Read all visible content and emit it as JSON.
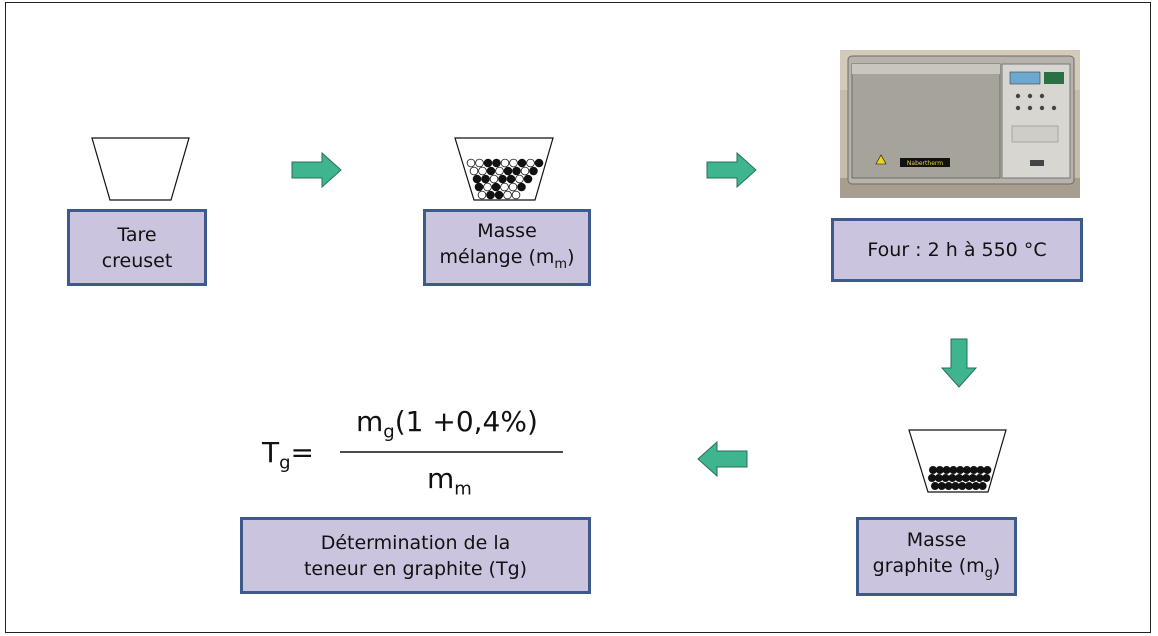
{
  "steps": {
    "tare": {
      "line1": "Tare",
      "line2": "creuset"
    },
    "masse_melange": {
      "line1": "Masse",
      "line2_prefix": "mélange (m",
      "line2_sub": "m",
      "line2_suffix": ")"
    },
    "four": {
      "label": "Four : 2 h à 550 °C"
    },
    "masse_graphite": {
      "line1": "Masse",
      "line2_prefix": "graphite (m",
      "line2_sub": "g",
      "line2_suffix": ")"
    },
    "determination": {
      "line1": "Détermination de la",
      "line2": "teneur en graphite (Tg)"
    }
  },
  "formula": {
    "lhs_main": "T",
    "lhs_sub": "g",
    "equals": "=",
    "num_main": "m",
    "num_sub": "g",
    "num_rest": "(1 +0,4%)",
    "den_main": "m",
    "den_sub": "m"
  },
  "oven": {
    "brand_text": "Nabertherm"
  },
  "colors": {
    "box_fill": "#cbc4de",
    "box_border": "#3d5a8a",
    "arrow_fill": "#3fb58f",
    "arrow_stroke": "#2a6e5a"
  }
}
